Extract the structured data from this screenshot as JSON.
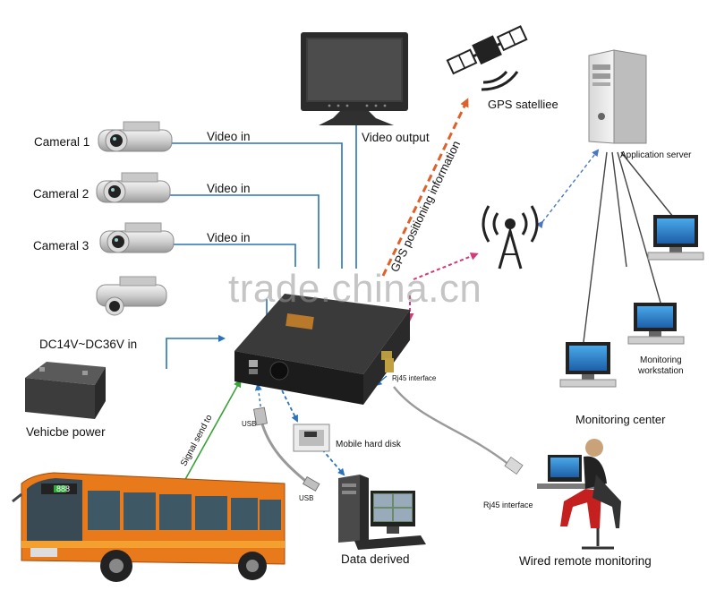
{
  "labels": {
    "camera1": "Cameral 1",
    "camera2": "Cameral 2",
    "camera3": "Cameral 3",
    "video_in_1": "Video in",
    "video_in_2": "Video in",
    "video_in_3": "Video in",
    "video_output": "Video output",
    "gps_satellite": "GPS satelliee",
    "gps_info": "GPS  positioning information",
    "application_server": "Application server",
    "dc_in": "DC14V~DC36V in",
    "vehicle_power": "Vehicbe power",
    "signal_send": "Signal send to",
    "usb_top": "USB",
    "usb_bottom": "USB",
    "mobile_hard_disk": "Mobile hard disk",
    "data_derived": "Data derived",
    "rj45_top": "Rj45 interface",
    "rj45_bottom": "Rj45 interface",
    "wired_remote": "Wired remote monitoring",
    "monitoring_center": "Monitoring center",
    "monitoring_workstation_1": "Monitoring",
    "monitoring_workstation_2": "workstation",
    "bus_route": "888"
  },
  "watermark": "trade.china.cn",
  "colors": {
    "line_blue": "#2a73b8",
    "gps_orange": "#e0602a",
    "wireless_pink": "#d23a7a",
    "signal_green": "#3aa23a",
    "server_blue": "#4a76c2",
    "bus_orange": "#e87a1c",
    "dvr_black": "#1c1c1c"
  }
}
